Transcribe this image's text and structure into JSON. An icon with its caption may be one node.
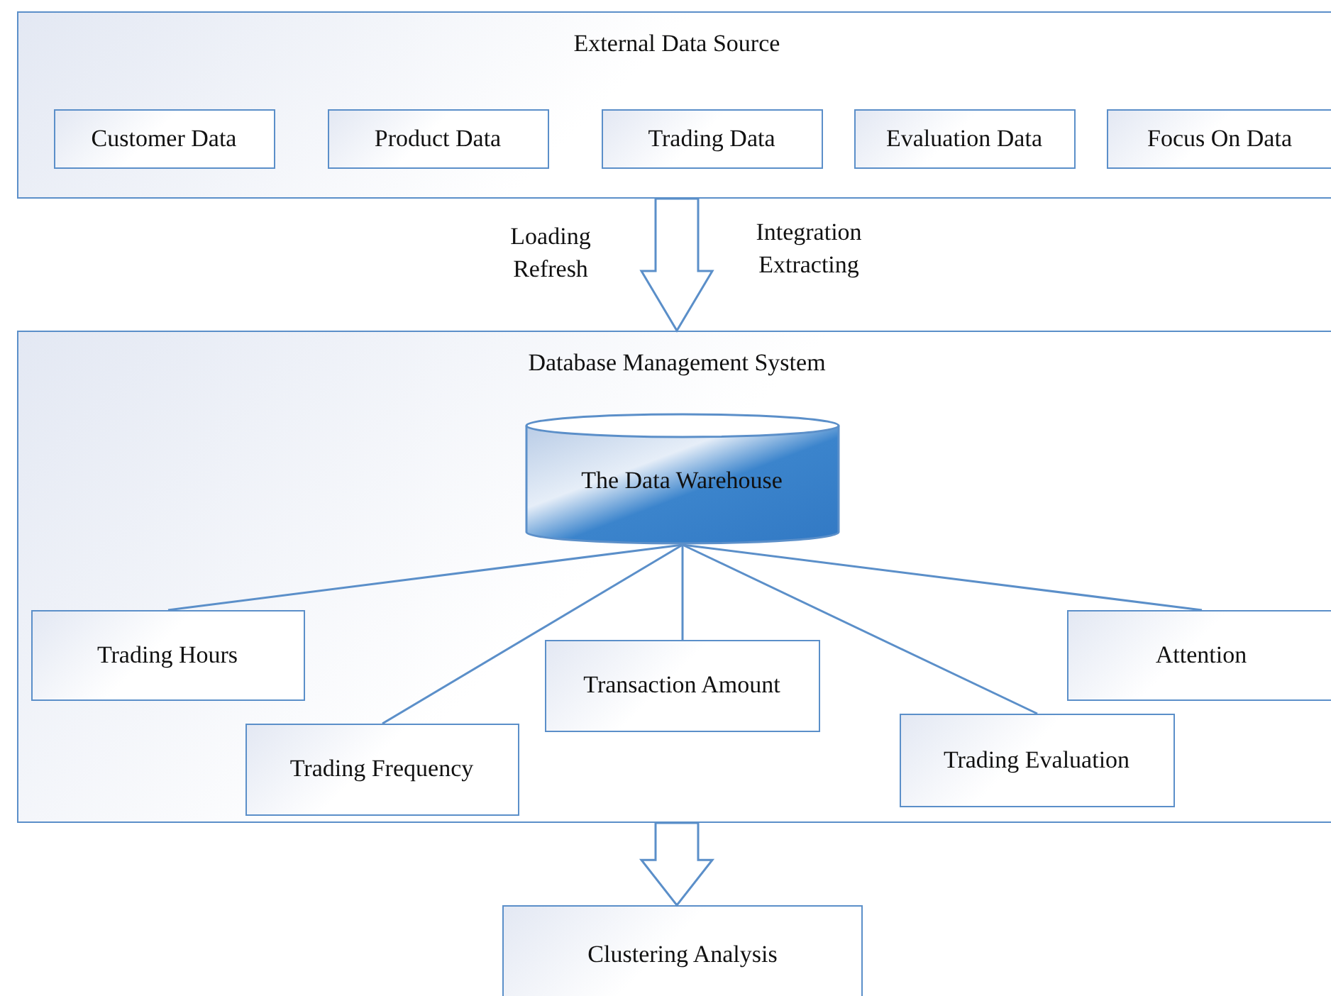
{
  "diagram": {
    "nodes": [
      {
        "text": [
          "External Data Source"
        ]
      },
      {
        "text": [
          "Customer Data"
        ],
        "in": 0
      },
      {
        "text": [
          "Product Data"
        ],
        "in": 0
      },
      {
        "text": [
          "Trading Data"
        ],
        "in": 0
      },
      {
        "text": [
          "Evaluation Data"
        ],
        "in": 0
      },
      {
        "text": [
          "Focus On Data"
        ],
        "in": 0
      },
      {
        "text": [
          "Database Management System"
        ]
      },
      {
        "text": [
          "The Data Warehouse"
        ],
        "in": 6
      },
      {
        "text": [
          "Trading Hours"
        ],
        "in": 6
      },
      {
        "text": [
          "Transaction Amount"
        ],
        "in": 6
      },
      {
        "text": [
          "Attention"
        ],
        "in": 6
      },
      {
        "text": [
          "Trading Frequency"
        ],
        "in": 6
      },
      {
        "text": [
          "Trading Evaluation"
        ],
        "in": 6
      },
      {
        "text": [
          "Clustering Analysis"
        ]
      }
    ],
    "edges": [
      {
        "from": 0,
        "to": 6,
        "arrow": "to",
        "style": "thick"
      },
      {
        "from": 7,
        "to": 8,
        "arrow": "none"
      },
      {
        "from": 7,
        "to": 9,
        "arrow": "none"
      },
      {
        "from": 7,
        "to": 10,
        "arrow": "none"
      },
      {
        "from": 7,
        "to": 11,
        "arrow": "none"
      },
      {
        "from": 7,
        "to": 12,
        "arrow": "none"
      },
      {
        "from": 6,
        "to": 13,
        "arrow": "to",
        "style": "thick"
      }
    ],
    "labels": [
      "Loading Refresh",
      "Integration Extracting"
    ]
  }
}
